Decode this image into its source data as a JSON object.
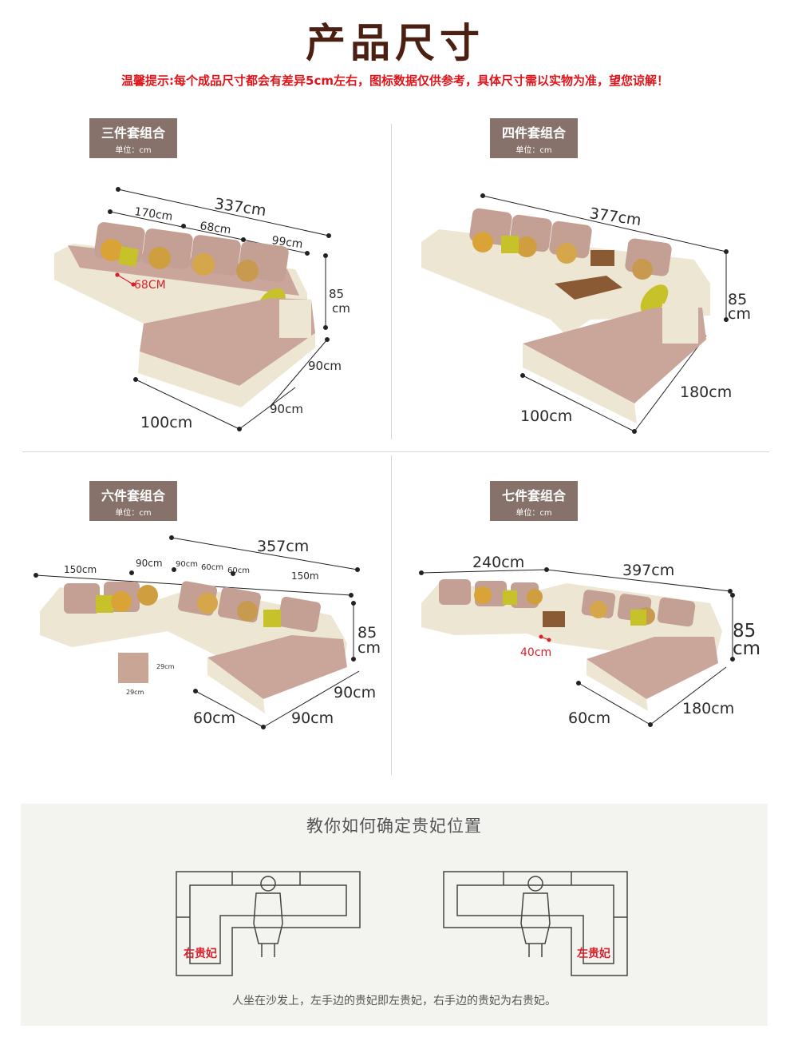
{
  "title": "产品尺寸",
  "notice": "温馨提示:每个成品尺寸都会有差异5cm左右，图标数据仅供参考，具体尺寸需以实物为准，望您谅解！",
  "sets": [
    {
      "label": "三件套组合",
      "unit": "单位：cm",
      "dims": {
        "total": "337cm",
        "a": "170cm",
        "b": "68cm",
        "c": "99cm",
        "seat": "68CM",
        "height": "85",
        "height_unit": "cm",
        "side": "90cm",
        "front_depth": "90cm",
        "front_width": "100cm"
      }
    },
    {
      "label": "四件套组合",
      "unit": "单位：cm",
      "dims": {
        "total": "377cm",
        "height": "85",
        "height_unit": "cm",
        "side": "180cm",
        "front_width": "100cm"
      }
    },
    {
      "label": "六件套组合",
      "unit": "单位：cm",
      "dims": {
        "total": "357cm",
        "a": "150cm",
        "b": "90cm",
        "c": "90cm",
        "d": "60cm",
        "e": "60cm",
        "f": "150m",
        "height": "85",
        "height_unit": "cm",
        "side": "90cm",
        "front_depth": "90cm",
        "front_width": "60cm",
        "stool_h": "29cm",
        "stool_w": "29cm"
      }
    },
    {
      "label": "七件套组合",
      "unit": "单位：cm",
      "dims": {
        "left": "240cm",
        "right": "397cm",
        "height": "85",
        "height_unit": "cm",
        "gap": "40cm",
        "side": "180cm",
        "front_width": "60cm"
      }
    }
  ],
  "guide": {
    "title": "教你如何确定贵妃位置",
    "right_label": "右贵妃",
    "left_label": "左贵妃",
    "note": "人坐在沙发上，左手边的贵妃即左贵妃，右手边的贵妃为右贵妃。"
  },
  "colors": {
    "title": "#4b1f12",
    "notice": "#e0151b",
    "label_bg": "#86726a",
    "fabric": "#c9a59a",
    "frame": "#ece6d3",
    "chaise_label": "#d9202a"
  }
}
